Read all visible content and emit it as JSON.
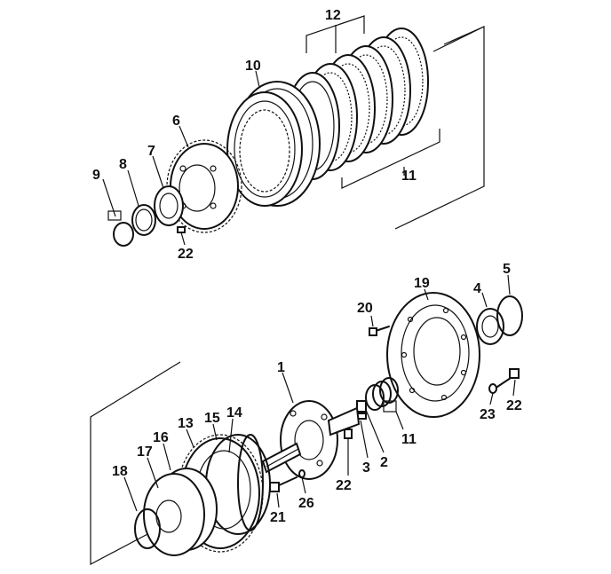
{
  "diagram": {
    "type": "exploded-parts-diagram",
    "line_color": "#111111",
    "background": "#ffffff",
    "callouts": [
      "12",
      "10",
      "6",
      "7",
      "8",
      "9",
      "11",
      "22",
      "20",
      "19",
      "4",
      "5",
      "1",
      "14",
      "15",
      "13",
      "16",
      "17",
      "18",
      "21",
      "26",
      "22",
      "3",
      "2",
      "11",
      "23",
      "22"
    ]
  }
}
